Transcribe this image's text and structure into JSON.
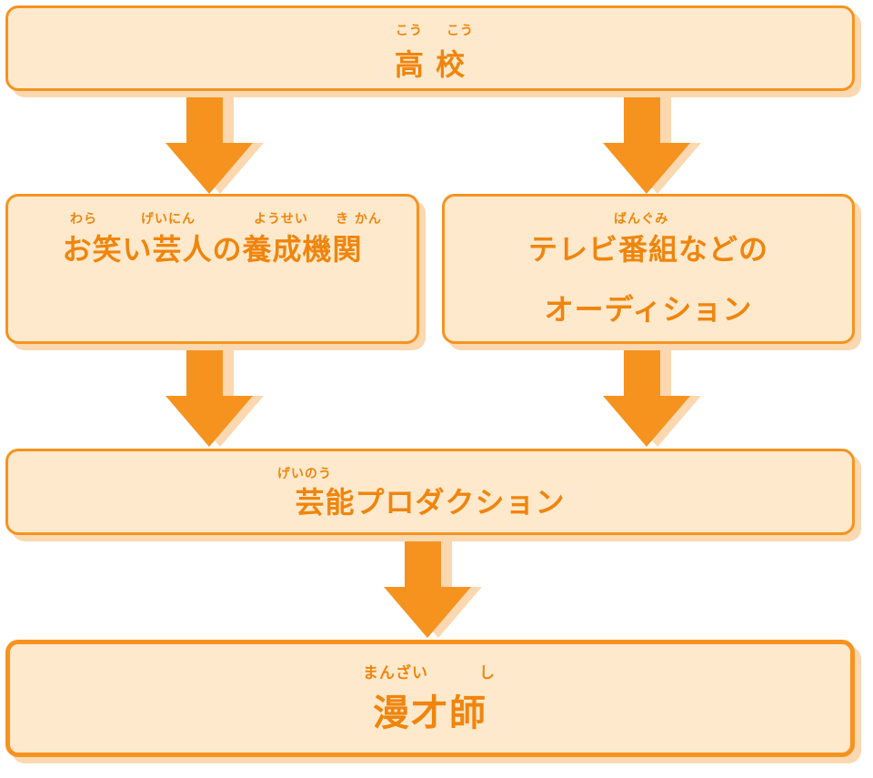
{
  "nodes": {
    "high_school": {
      "ruby": [
        "こう",
        "こう"
      ],
      "label": "高 校"
    },
    "comedy_school": {
      "ruby": [
        "わら",
        "げいにん",
        "ようせい",
        "き かん"
      ],
      "label": "お笑い芸人の養成機関"
    },
    "tv_audition": {
      "ruby": [
        "ばんぐみ"
      ],
      "label_line1": "テレビ番組などの",
      "label_line2": "オーディション"
    },
    "agency": {
      "ruby": [
        "げいのう"
      ],
      "label": "芸能プロダクション"
    },
    "manzai": {
      "ruby": [
        "まんざい",
        "し"
      ],
      "label": "漫才師"
    }
  },
  "edges": [
    {
      "from": "high_school",
      "to": "comedy_school"
    },
    {
      "from": "high_school",
      "to": "tv_audition"
    },
    {
      "from": "comedy_school",
      "to": "agency"
    },
    {
      "from": "tv_audition",
      "to": "agency"
    },
    {
      "from": "agency",
      "to": "manzai"
    }
  ],
  "colors": {
    "border": "#f6931f",
    "fill": "#fee9cc",
    "shadow": "#fbd8b0",
    "text": "#f0850d",
    "arrow": "#f6931f",
    "arrow_shadow": "#fbd8b0"
  }
}
